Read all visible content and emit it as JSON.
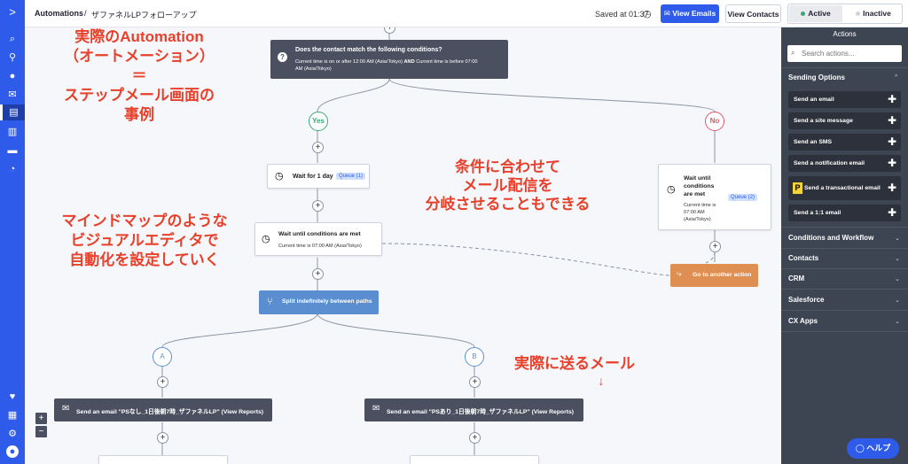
{
  "topbar": {
    "breadcrumb_root": "Automations",
    "breadcrumb_sep": "/",
    "breadcrumb_current": "ザファネルLPフォローアップ",
    "saved_text": "Saved at 01:37",
    "view_emails": "View Emails",
    "view_contacts": "View Contacts",
    "active_label": "Active",
    "inactive_label": "Inactive"
  },
  "sidebar": {
    "title": "Actions",
    "search_placeholder": "Search actions...",
    "sending_section": "Sending Options",
    "sending_items": [
      "Send an email",
      "Send a site message",
      "Send an SMS",
      "Send a notification email",
      "Send a transactional email",
      "Send a 1:1 email"
    ],
    "sections": [
      "Conditions and Workflow",
      "Contacts",
      "CRM",
      "Salesforce",
      "CX Apps"
    ]
  },
  "canvas": {
    "condition_title": "Does the contact match the following conditions?",
    "condition_line1_a": "Current time is on or after 12:00 AM (Asia/Tokyo)",
    "condition_and": "AND",
    "condition_line1_b": "Current time is before 07:00",
    "condition_line2": "AM (Asia/Tokyo)",
    "yes_label": "Yes",
    "no_label": "No",
    "wait1_title": "Wait for 1 day",
    "wait1_queue": "Queue (1)",
    "wait2_title": "Wait until conditions are met",
    "wait2_sub": "Current time is 07:00 AM (Asia/Tokyo)",
    "wait3_title_1": "Wait until",
    "wait3_title_2": "conditions",
    "wait3_title_3": "are met",
    "wait3_queue": "Queue (2)",
    "wait3_sub_1": "Current time is",
    "wait3_sub_2": "07:00 AM",
    "wait3_sub_3": "(Asia/Tokyo)",
    "goto_label": "Go to another action",
    "split_label": "Split indefinitely between paths",
    "path_a": "A",
    "path_b": "B",
    "email_a": "Send an email \"PSなし_1日後朝7時_ザファネルLP\" (View Reports)",
    "email_b": "Send an email \"PSあり_1日後朝7時_ザファネルLP\" (View Reports)"
  },
  "annotations": {
    "a1_line1": "実際のAutomation",
    "a1_line2": "（オートメーション）",
    "a1_line3": "＝",
    "a1_line4": "ステップメール画面の",
    "a1_line5": "事例",
    "a2_line1": "条件に合わせて",
    "a2_line2": "メール配信を",
    "a2_line3": "分岐させることもできる",
    "a3_line1": "マインドマップのような",
    "a3_line2": "ビジュアルエディタで",
    "a3_line3": "自動化を設定していく",
    "a4_line1": "実際に送るメール",
    "a4_arrow": "↓"
  },
  "help_label": "ヘルプ",
  "zoom_in": "+",
  "zoom_out": "−",
  "colors": {
    "brand": "#2f5bea",
    "sidebar": "#3d4452",
    "node_dark": "#4a5060",
    "yes": "#3aa776",
    "no": "#e0566a",
    "split": "#5b8ed0",
    "goto": "#e08f52",
    "annotation": "#e8402a"
  }
}
